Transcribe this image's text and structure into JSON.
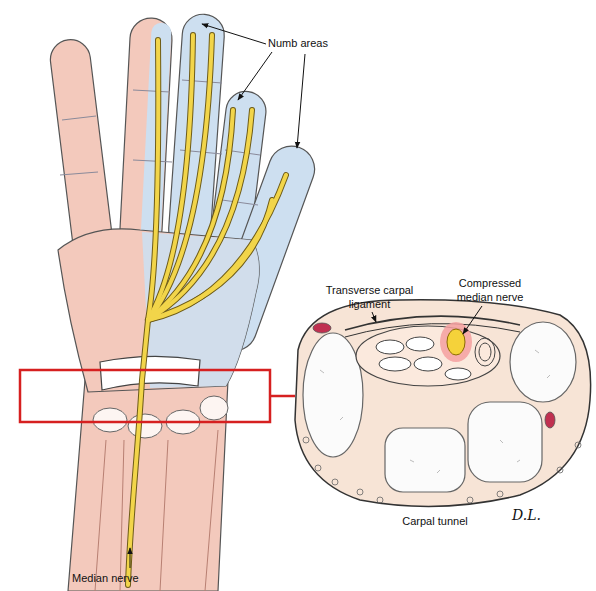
{
  "diagram": {
    "labels": [
      "Numb areas",
      "Transverse carpal ligament",
      "Compressed median nerve",
      "Carpal tunnel",
      "D.L.",
      "Median nerve"
    ]
  }
}
